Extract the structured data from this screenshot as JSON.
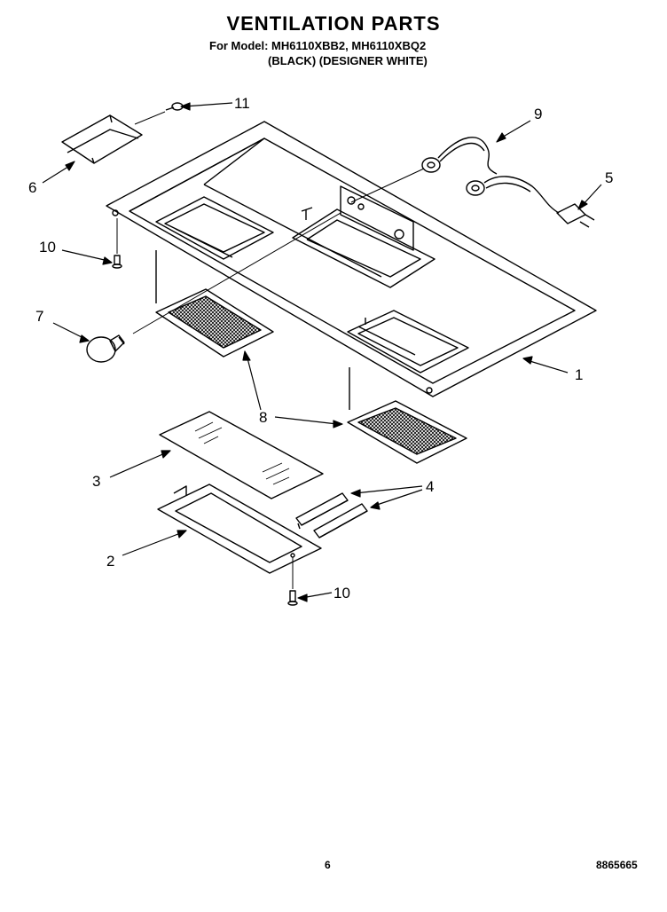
{
  "header": {
    "title": "VENTILATION PARTS",
    "model_line": "For Model: MH6110XBB2, MH6110XBQ2",
    "color_line": "(BLACK) (DESIGNER WHITE)"
  },
  "callouts": {
    "c1": "1",
    "c2": "2",
    "c3": "3",
    "c4": "4",
    "c5": "5",
    "c6": "6",
    "c7": "7",
    "c8": "8",
    "c9": "9",
    "c10a": "10",
    "c10b": "10",
    "c11": "11"
  },
  "footer": {
    "page": "6",
    "doc": "8865665"
  }
}
